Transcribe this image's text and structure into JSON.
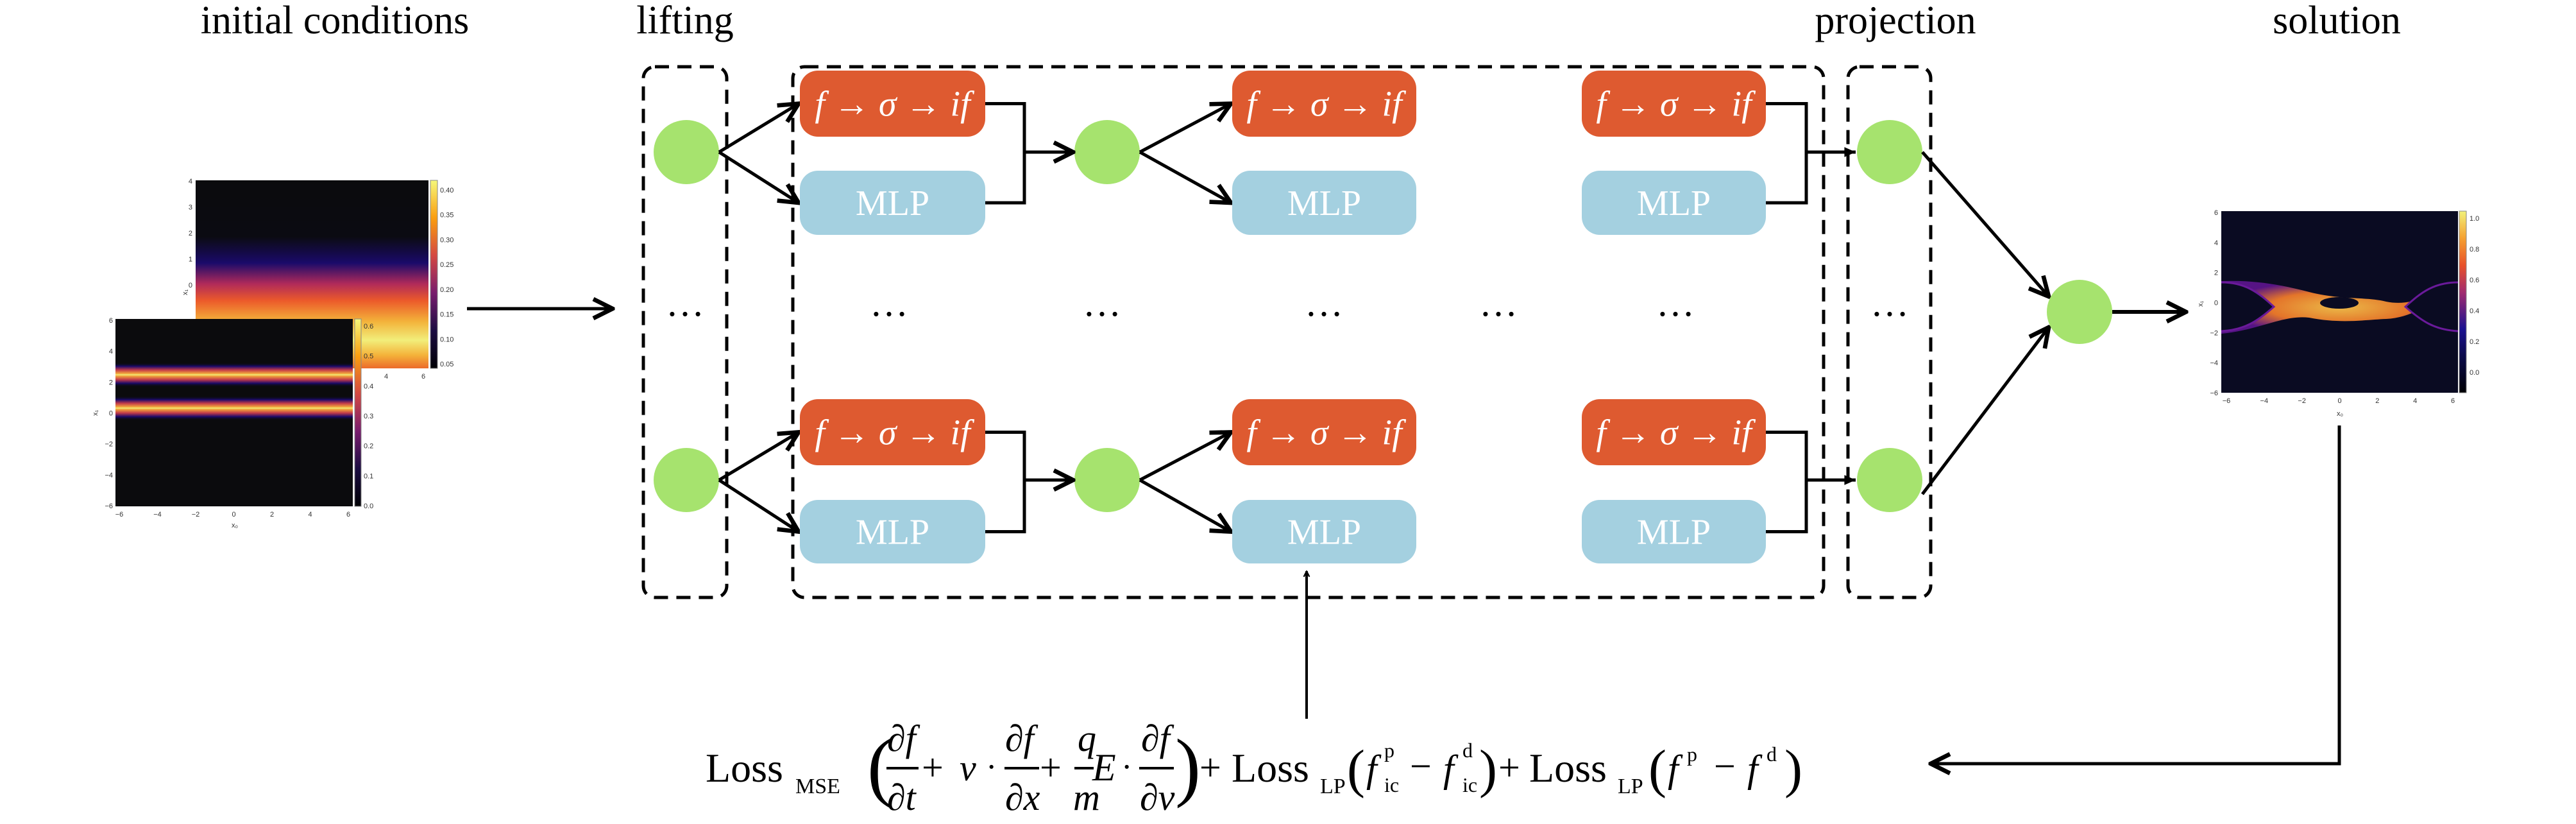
{
  "stage_titles": {
    "initial_conditions": "initial conditions",
    "lifting": "lifting",
    "projection": "projection",
    "solution": "solution"
  },
  "block_labels": {
    "fourier": {
      "f1": "f",
      "arrow1": "→",
      "sigma": "σ",
      "arrow2": "→",
      "if": "if"
    },
    "mlp": "MLP"
  },
  "ellipsis": "…",
  "colors": {
    "fourier_block": "#de5a30",
    "mlp_block": "#a4d0e0",
    "node": "#a6e36e",
    "line": "#000000"
  },
  "loss_equation": {
    "loss_word": "Loss",
    "mse_sub": "MSE",
    "lp_sub": "LP",
    "df": "∂f",
    "dt": "∂t",
    "dx": "∂x",
    "dv": "∂v",
    "v": "v",
    "q": "q",
    "m": "m",
    "E": "E",
    "dot": "·",
    "plus": "+",
    "minus": "−",
    "lparen": "(",
    "rparen": ")",
    "f": "f",
    "sup_p": "p",
    "sup_d": "d",
    "sub_ic": "ic"
  },
  "plots": {
    "initial_back": {
      "y_ticks": [
        "4",
        "3",
        "2",
        "1",
        "0"
      ],
      "x_ticks": [
        "4",
        "6"
      ],
      "ylabel": "x₁",
      "colorbar_ticks": [
        "0.40",
        "0.35",
        "0.30",
        "0.25",
        "0.20",
        "0.15",
        "0.10",
        "0.05"
      ]
    },
    "initial_front": {
      "y_ticks": [
        "6",
        "4",
        "2",
        "0",
        "−2",
        "−4",
        "−6"
      ],
      "x_ticks": [
        "−6",
        "−4",
        "−2",
        "0",
        "2",
        "4",
        "6"
      ],
      "xlabel": "x₀",
      "ylabel": "x₁",
      "colorbar_ticks": [
        "0.6",
        "0.5",
        "0.4",
        "0.3",
        "0.2",
        "0.1",
        "0.0"
      ]
    },
    "solution": {
      "y_ticks": [
        "6",
        "4",
        "2",
        "0",
        "−2",
        "−4",
        "−6"
      ],
      "x_ticks": [
        "−6",
        "−4",
        "−2",
        "0",
        "2",
        "4",
        "6"
      ],
      "xlabel": "x₀",
      "ylabel": "x₁",
      "colorbar_ticks": [
        "1.0",
        "0.8",
        "0.6",
        "0.4",
        "0.2",
        "0.0"
      ]
    }
  }
}
